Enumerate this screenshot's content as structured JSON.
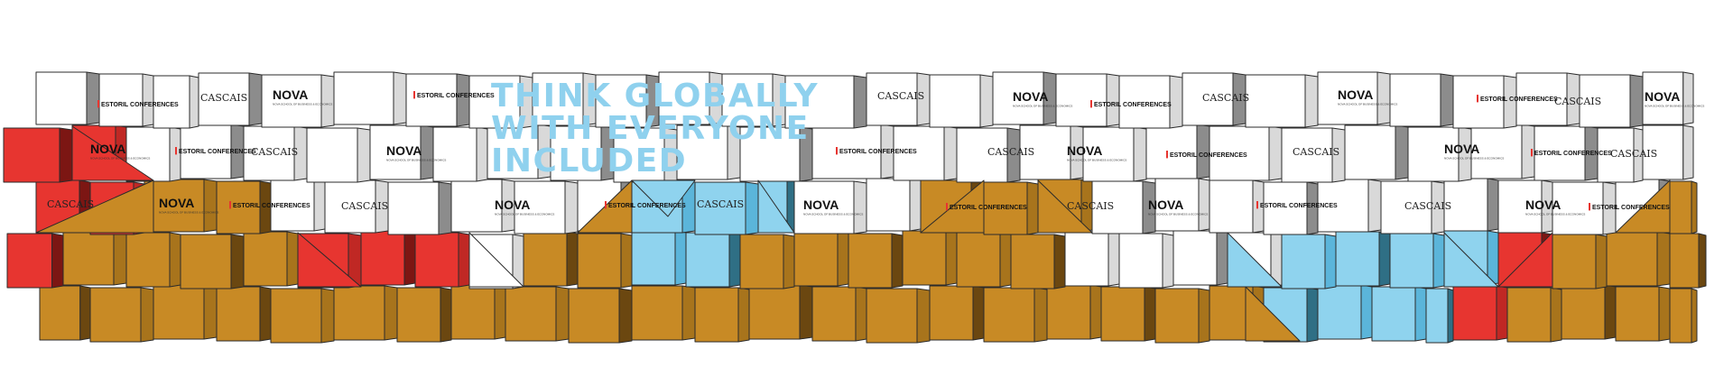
{
  "slogan": {
    "line1": "THINK GLOBALLY",
    "line2": "WITH EVERYONE",
    "line3": "INCLUDED"
  },
  "brands": {
    "nova": "NOVA",
    "nova_sub": "NOVA SCHOOL OF BUSINESS & ECONOMICS",
    "estoril": "ESTORIL CONFERENCES",
    "cascais": "CASCAIS"
  },
  "colors": {
    "white_face": "#ffffff",
    "white_side": "#d9d9d9",
    "white_side_dark": "#8c8c8c",
    "gold_face": "#c88a25",
    "gold_side": "#a8741c",
    "gold_side_dark": "#6b4710",
    "red_face": "#e73530",
    "red_side": "#c02824",
    "red_side_dark": "#7c1613",
    "blue_face": "#8fd3ee",
    "blue_side": "#5bb5da",
    "blue_side_dark": "#2f6f85",
    "slogan": "#8fd1ee",
    "outline": "#2b2b2b"
  }
}
